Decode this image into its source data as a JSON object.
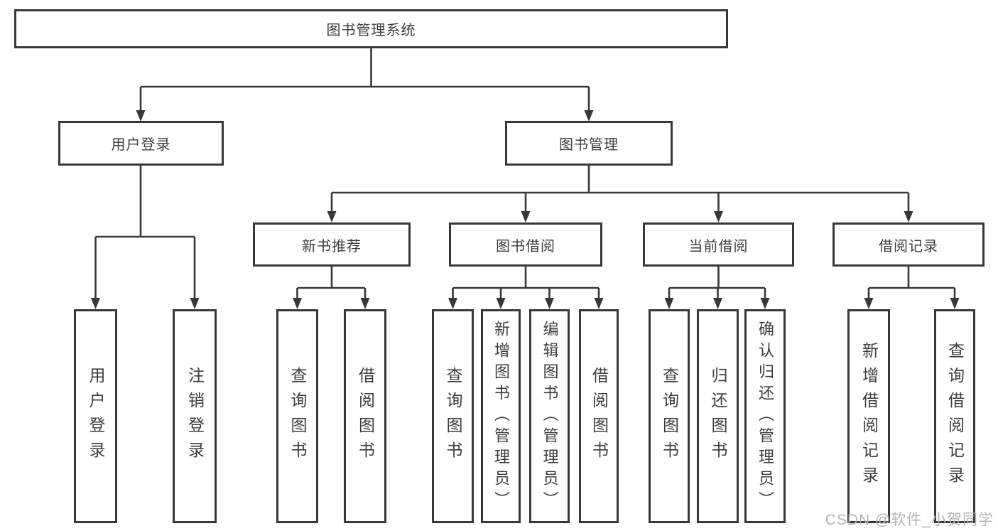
{
  "tree": {
    "root": {
      "label": "图书管理系统"
    },
    "branches": [
      {
        "label": "用户登录",
        "leaves": [
          "用户登录",
          "注销登录"
        ]
      },
      {
        "label": "图书管理",
        "children": [
          {
            "label": "新书推荐",
            "leaves": [
              "查询图书",
              "借阅图书"
            ]
          },
          {
            "label": "图书借阅",
            "leaves": [
              "查询图书",
              "新增图书（管理员）",
              "编辑图书（管理员）",
              "借阅图书"
            ]
          },
          {
            "label": "当前借阅",
            "leaves": [
              "查询图书",
              "归还图书",
              "确认归还（管理员）"
            ]
          },
          {
            "label": "借阅记录",
            "leaves": [
              "新增借阅记录",
              "查询借阅记录"
            ]
          }
        ]
      }
    ]
  },
  "watermark": {
    "text": "CSDN @软件_小贺同学"
  },
  "colors": {
    "line": "#383838",
    "text": "#3d3d3d",
    "watermark": "#b4b4b4",
    "background": "#ffffff"
  }
}
